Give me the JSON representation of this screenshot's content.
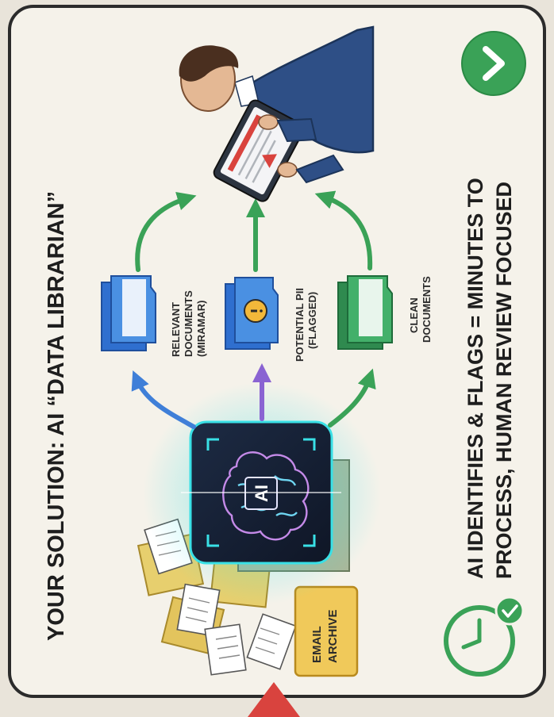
{
  "title": "YOUR SOLUTION: AI “DATA LIBRARIAN”",
  "source": {
    "label_line1": "EMAIL",
    "label_line2": "ARCHIVE"
  },
  "processor": {
    "chip_text": "AI"
  },
  "categories": [
    {
      "line1": "RELEVANT",
      "line2": "DOCUMENTS",
      "line3": "(MIRAMAR)",
      "color": "#3f8ee8"
    },
    {
      "line1": "POTENTIAL PII",
      "line2": "(FLAGGED)",
      "color": "#4a90e2"
    },
    {
      "line1": "CLEAN",
      "line2": "DOCUMENTS",
      "color": "#43b06a"
    }
  ],
  "summary": {
    "line1": "AI IDENTIFIES & FLAGS = MINUTES TO",
    "line2": "PROCESS, HUMAN REVIEW FOCUSED"
  },
  "icons": {
    "clock": "clock-check-icon",
    "next": "chevron-right-icon",
    "warning": "warning-triangle-icon"
  },
  "colors": {
    "background": "#f5f2ea",
    "frame": "#2b2b2b",
    "accent_green": "#3aa257",
    "arrow_blue": "#3f7fd8",
    "arrow_purple": "#8a63d2",
    "glow": "#39e0e6",
    "alert_red": "#d9433e"
  }
}
